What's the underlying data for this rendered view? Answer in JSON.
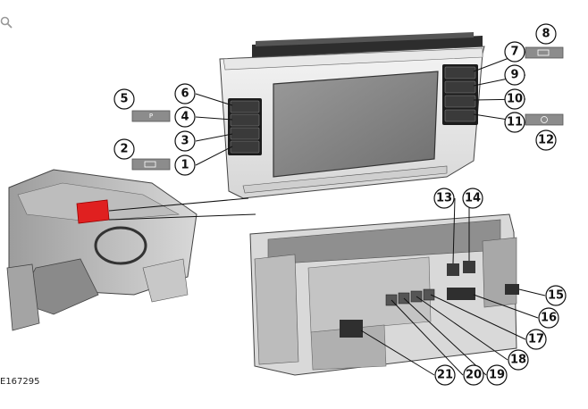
{
  "figure": {
    "id": "E167295"
  },
  "callouts": [
    "1",
    "2",
    "3",
    "4",
    "5",
    "6",
    "7",
    "8",
    "9",
    "10",
    "11",
    "12",
    "13",
    "14",
    "15",
    "16",
    "17",
    "18",
    "19",
    "20",
    "21"
  ],
  "icon_boxes": {
    "box5": "P",
    "box8": "",
    "box12": ""
  },
  "icons": {
    "zoom": "magnifier-icon"
  }
}
